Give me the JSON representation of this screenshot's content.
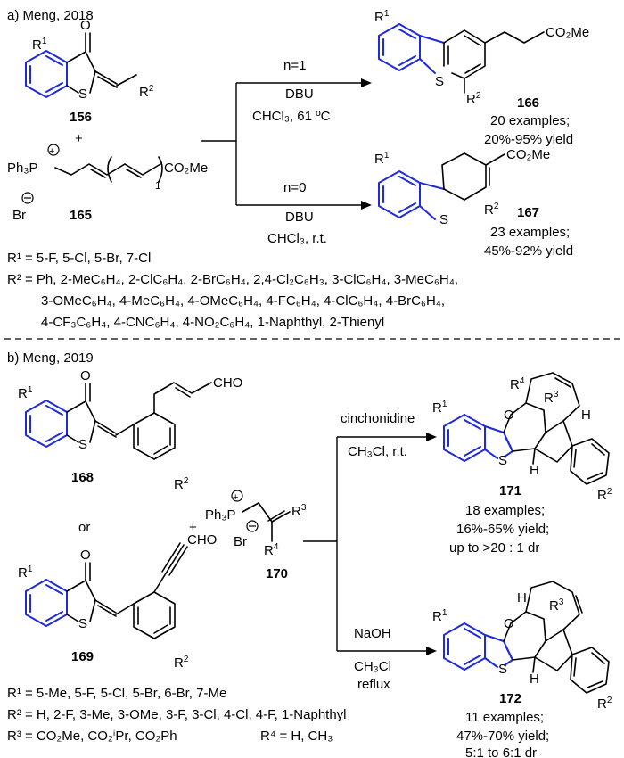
{
  "sections": {
    "a": {
      "label": "a) Meng, 2018"
    },
    "b": {
      "label": "b) Meng, 2019"
    }
  },
  "compounds": {
    "c156": "156",
    "c165": "165",
    "c166": "166",
    "c167": "167",
    "c168": "168",
    "c169": "169",
    "c170": "170",
    "c171": "171",
    "c172": "172"
  },
  "atoms": {
    "S": "S",
    "O": "O",
    "H": "H",
    "CHO": "CHO",
    "CO2Me": "CO₂Me",
    "R1": "R",
    "R2": "R",
    "R3": "R",
    "R4": "R",
    "n1": "1",
    "n2": "2",
    "n3": "3",
    "n4": "4",
    "plus": "+",
    "or": "or",
    "Br": "Br",
    "Ph3P": "Ph₃P"
  },
  "conditions_a": {
    "top": [
      "n=1",
      "DBU",
      "CHCl₃, 61 ºC"
    ],
    "bottom": [
      "n=0",
      "DBU",
      "CHCl₃, r.t."
    ]
  },
  "results_a": {
    "p166": [
      "20 examples;",
      "20%-95% yield"
    ],
    "p167": [
      "23 examples;",
      "45%-92% yield"
    ]
  },
  "substituents_a": {
    "r1": "R¹ = 5-F, 5-Cl, 5-Br, 7-Cl",
    "r2_l1": "R² = Ph, 2-MeC₆H₄, 2-ClC₆H₄, 2-BrC₆H₄, 2,4-Cl₂C₆H₃, 3-ClC₆H₄, 3-MeC₆H₄,",
    "r2_l2": "3-OMeC₆H₄, 4-MeC₆H₄, 4-OMeC₆H₄, 4-FC₆H₄, 4-ClC₆H₄, 4-BrC₆H₄,",
    "r2_l3": "4-CF₃C₆H₄, 4-CNC₆H₄, 4-NO₂C₆H₄, 1-Naphthyl, 2-Thienyl"
  },
  "conditions_b": {
    "top": [
      "cinchonidine",
      "CH₃Cl, r.t."
    ],
    "bottom": [
      "NaOH",
      "CH₃Cl",
      "reflux"
    ]
  },
  "results_b": {
    "p171": [
      "18 examples;",
      "16%-65% yield;",
      "up to >20 : 1 dr"
    ],
    "p172": [
      "11 examples;",
      "47%-70% yield;",
      "5:1 to 6:1 dr"
    ]
  },
  "substituents_b": {
    "r1": "R¹ = 5-Me, 5-F, 5-Cl, 5-Br, 6-Br, 7-Me",
    "r2": "R² = H, 2-F, 3-Me, 3-OMe, 3-F, 3-Cl, 4-Cl, 4-F, 1-Naphthyl",
    "r3": "R³ = CO₂Me, CO₂ⁱPr, CO₂Ph",
    "r4": "R⁴ = H, CH₃"
  },
  "colors": {
    "scaffold": "#1f2bd8",
    "ink": "#000000"
  }
}
